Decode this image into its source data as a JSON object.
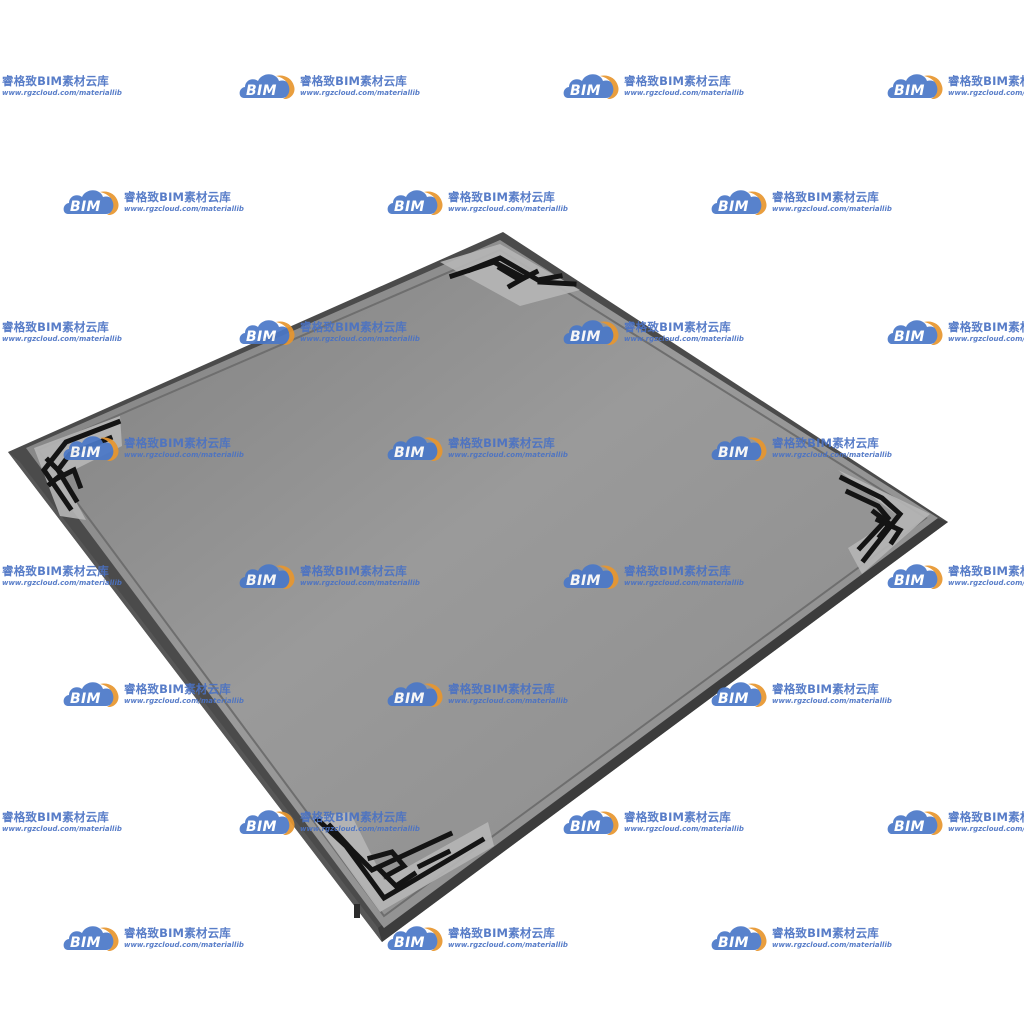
{
  "product": {
    "name": "ceiling-panel-with-fretwork-corners",
    "colors": {
      "face": "#8c8c8c",
      "face_light": "#a2a2a2",
      "edge": "#4a4a4a",
      "edge_dark": "#3a3a3a",
      "ornament": "#151515",
      "ornament_ground": "#b8b8b8"
    }
  },
  "watermark": {
    "brand": "BIM",
    "title": "睿格致BIM素材云库",
    "url": "www.rgzcloud.com/materiallib",
    "icon": "cloud-logo-icon",
    "colors": {
      "cloud_blue": "#4a78c8",
      "cloud_orange": "#e8962e",
      "text": "#4a72c4"
    }
  }
}
